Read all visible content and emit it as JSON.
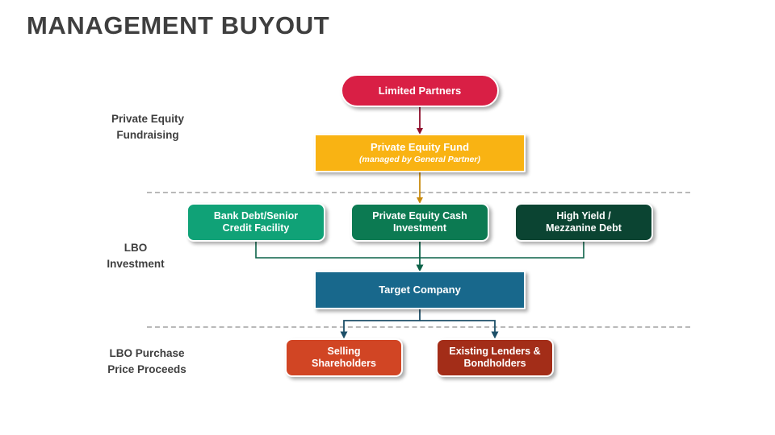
{
  "slide": {
    "title": "MANAGEMENT BUYOUT",
    "title_color": "#3f3f3f",
    "background": "#ffffff"
  },
  "stages": [
    {
      "id": "private-equity-fundraising",
      "line1": "Private Equity",
      "line2": "Fundraising"
    },
    {
      "id": "lbo-investment",
      "line1": "LBO",
      "line2": "Investment"
    },
    {
      "id": "lbo-purchase-price-proceeds",
      "line1": "LBO Purchase",
      "line2": "Price Proceeds"
    }
  ],
  "nodes": {
    "limited_partners": {
      "label": "Limited Partners",
      "color": "#d91f45",
      "shape": "pill"
    },
    "private_equity_fund": {
      "label": "Private Equity Fund",
      "sublabel": "(managed by General Partner)",
      "color": "#f9b313",
      "shape": "rectangle"
    },
    "bank_debt": {
      "line1": "Bank Debt/Senior",
      "line2": "Credit Facility",
      "color": "#10a277",
      "shape": "rounded-rectangle"
    },
    "pe_cash_investment": {
      "line1": "Private Equity Cash",
      "line2": "Investment",
      "color": "#0c7a52",
      "shape": "rounded-rectangle"
    },
    "mezzanine_debt": {
      "line1": "High Yield /",
      "line2": "Mezzanine Debt",
      "color": "#0b4432",
      "shape": "rounded-rectangle"
    },
    "target_company": {
      "label": "Target Company",
      "color": "#18688c",
      "shape": "rectangle"
    },
    "selling_shareholders": {
      "line1": "Selling",
      "line2": "Shareholders",
      "color": "#d14524",
      "shape": "rounded-rectangle"
    },
    "existing_lenders": {
      "line1": "Existing Lenders &",
      "line2": "Bondholders",
      "color": "#a32d18",
      "shape": "rounded-rectangle"
    }
  },
  "connectors": {
    "lp_to_fund_color": "#8f0e2c",
    "fund_to_cash_color": "#c98a0e",
    "sources_to_target_color": "#0c6248",
    "target_to_proceeds_color": "#1c4f68",
    "divider_color": "#b9b9b9"
  }
}
